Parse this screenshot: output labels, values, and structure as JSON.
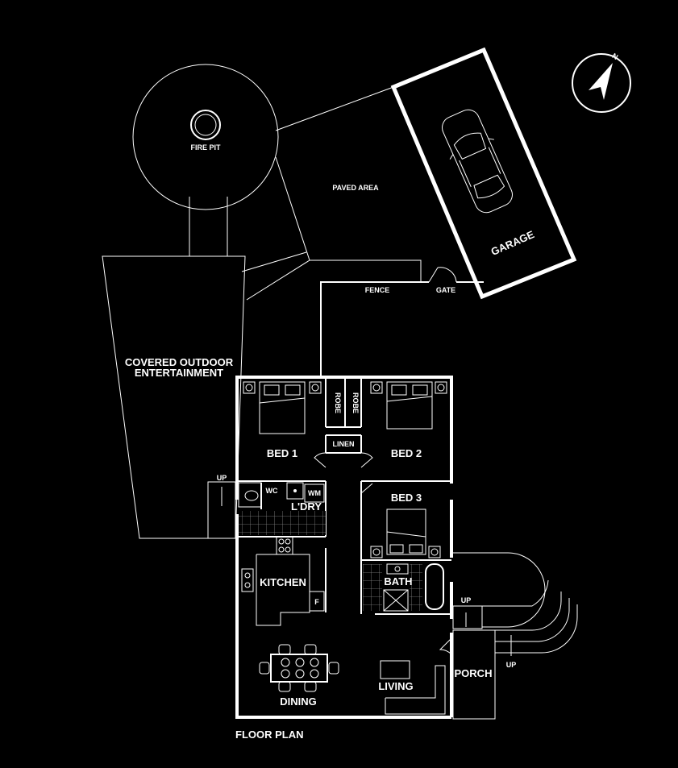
{
  "plan": {
    "title": "FLOOR PLAN",
    "compass": {
      "letter": "N",
      "icon": "north-arrow-icon"
    },
    "outdoor": {
      "fire_pit": "FIRE PIT",
      "paved_area": "PAVED AREA",
      "garage": "GARAGE",
      "covered_line1": "COVERED OUTDOOR",
      "covered_line2": "ENTERTAINMENT",
      "fence": "FENCE",
      "gate": "GATE"
    },
    "rooms": {
      "bed1": "BED 1",
      "bed2": "BED 2",
      "bed3": "BED 3",
      "robe": "ROBE",
      "linen": "LINEN",
      "wc": "WC",
      "wm": "WM",
      "laundry": "L'DRY",
      "kitchen": "KITCHEN",
      "fridge": "F",
      "bath": "BATH",
      "living": "LIVING",
      "dining": "DINING",
      "porch": "PORCH"
    },
    "stairs": {
      "up": "UP"
    },
    "colors": {
      "background": "#000000",
      "lines": "#ffffff",
      "floor_tile": "#888888"
    }
  }
}
